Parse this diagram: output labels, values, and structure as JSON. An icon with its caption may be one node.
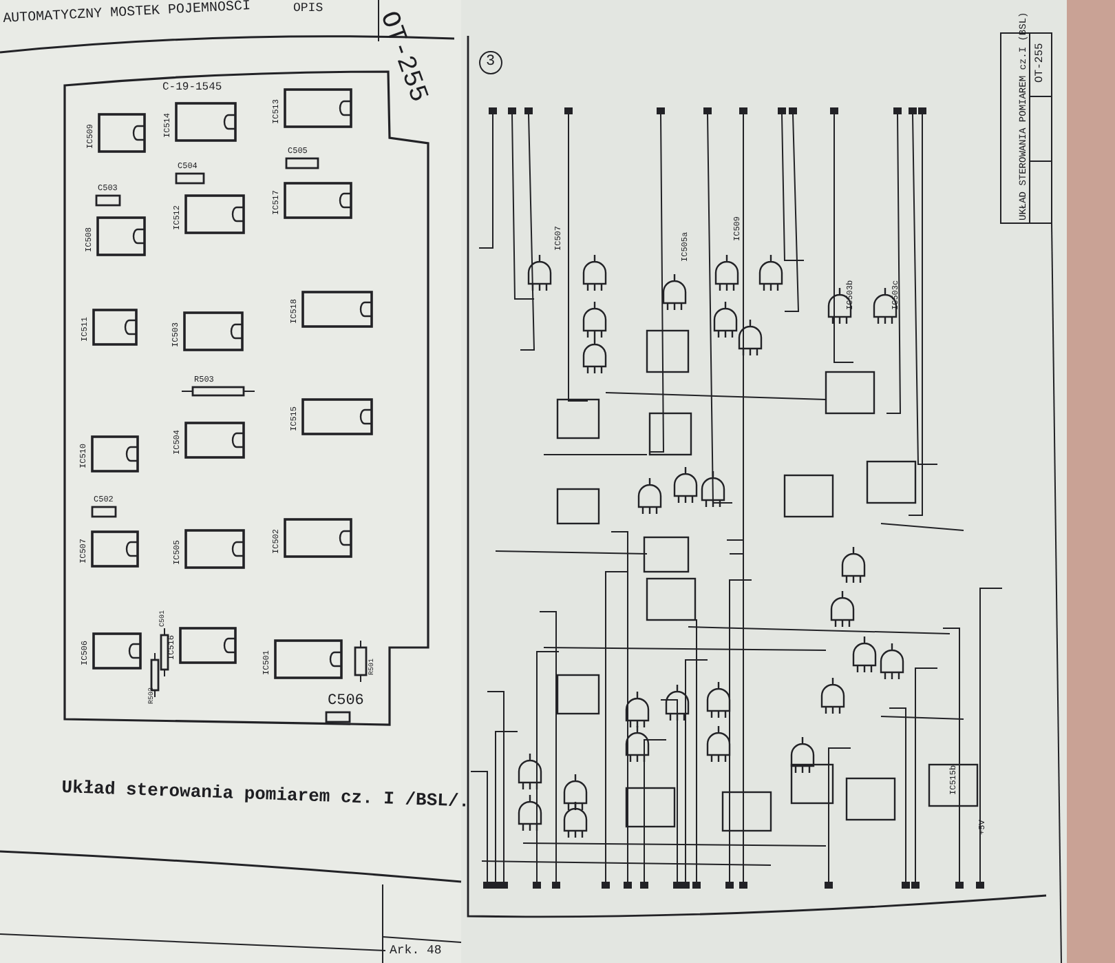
{
  "diagram": {
    "caption": "Układ sterowania pomiarem cz. I /BSL/.",
    "labels": [
      "OPIS",
      "AUTOMATYCZNY MOSTEK POJEMNOSCI",
      "OT-255",
      "C-19-1545",
      "IC509",
      "IC514",
      "IC513",
      "C503",
      "C504",
      "C505",
      "IC508",
      "IC512",
      "IC517",
      "IC511",
      "IC503",
      "IC518",
      "R503",
      "IC510",
      "IC504",
      "IC515",
      "C502",
      "IC507",
      "IC505",
      "IC502",
      "IC506",
      "C501",
      "R502",
      "IC516",
      "IC501",
      "R501",
      "C506",
      "Ark. 48",
      "3",
      "IC507",
      "IC505a",
      "IC509",
      "IC503b",
      "IC503c",
      "IC515b",
      "+5V",
      "UKŁAD STEROWANIA POMIAREM cz.I (BSL)",
      "OT-255"
    ]
  }
}
